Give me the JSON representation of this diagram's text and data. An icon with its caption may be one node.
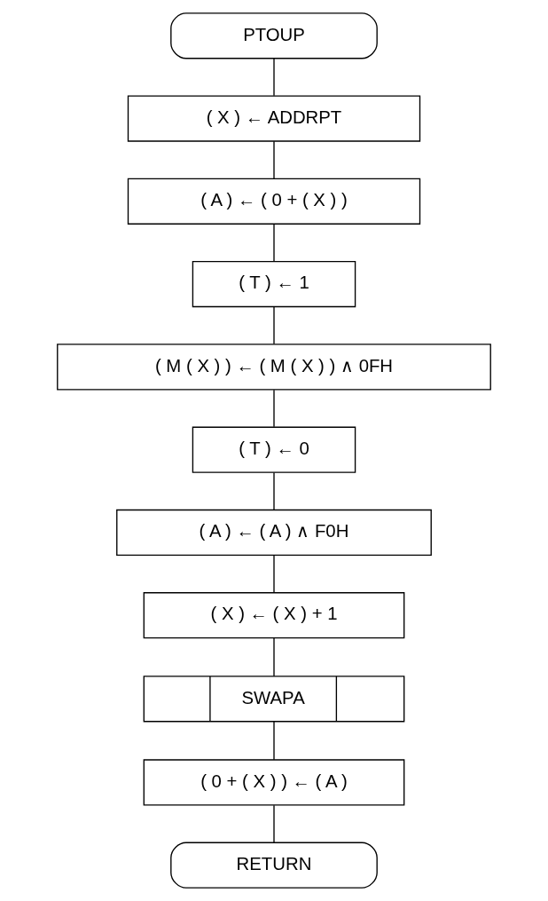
{
  "diagram": {
    "nodes": [
      {
        "text": [
          "PTOUP"
        ]
      },
      {
        "text": [
          "( X ) ← ADDRPT"
        ]
      },
      {
        "text": [
          "( A ) ← ( 0 + ( X ) )"
        ]
      },
      {
        "text": [
          "( T ) ← 1"
        ]
      },
      {
        "text": [
          "( M ( X ) ) ← ( M ( X ) ) ∧ 0FH"
        ]
      },
      {
        "text": [
          "( T ) ← 0"
        ]
      },
      {
        "text": [
          "( A ) ← ( A ) ∧ F0H"
        ]
      },
      {
        "text": [
          "( X ) ← ( X ) + 1"
        ]
      },
      {
        "text": [
          "SWAPA"
        ]
      },
      {
        "text": [
          "( 0 + ( X ) ) ← ( A )"
        ]
      },
      {
        "text": [
          "RETURN"
        ]
      }
    ],
    "edges": [
      {
        "from": 0,
        "to": 1,
        "arrow": "none"
      },
      {
        "from": 1,
        "to": 2,
        "arrow": "none"
      },
      {
        "from": 2,
        "to": 3,
        "arrow": "none"
      },
      {
        "from": 3,
        "to": 4,
        "arrow": "none"
      },
      {
        "from": 4,
        "to": 5,
        "arrow": "none"
      },
      {
        "from": 5,
        "to": 6,
        "arrow": "none"
      },
      {
        "from": 6,
        "to": 7,
        "arrow": "none"
      },
      {
        "from": 7,
        "to": 8,
        "arrow": "none"
      },
      {
        "from": 8,
        "to": 9,
        "arrow": "none"
      },
      {
        "from": 9,
        "to": 10,
        "arrow": "none"
      }
    ]
  }
}
